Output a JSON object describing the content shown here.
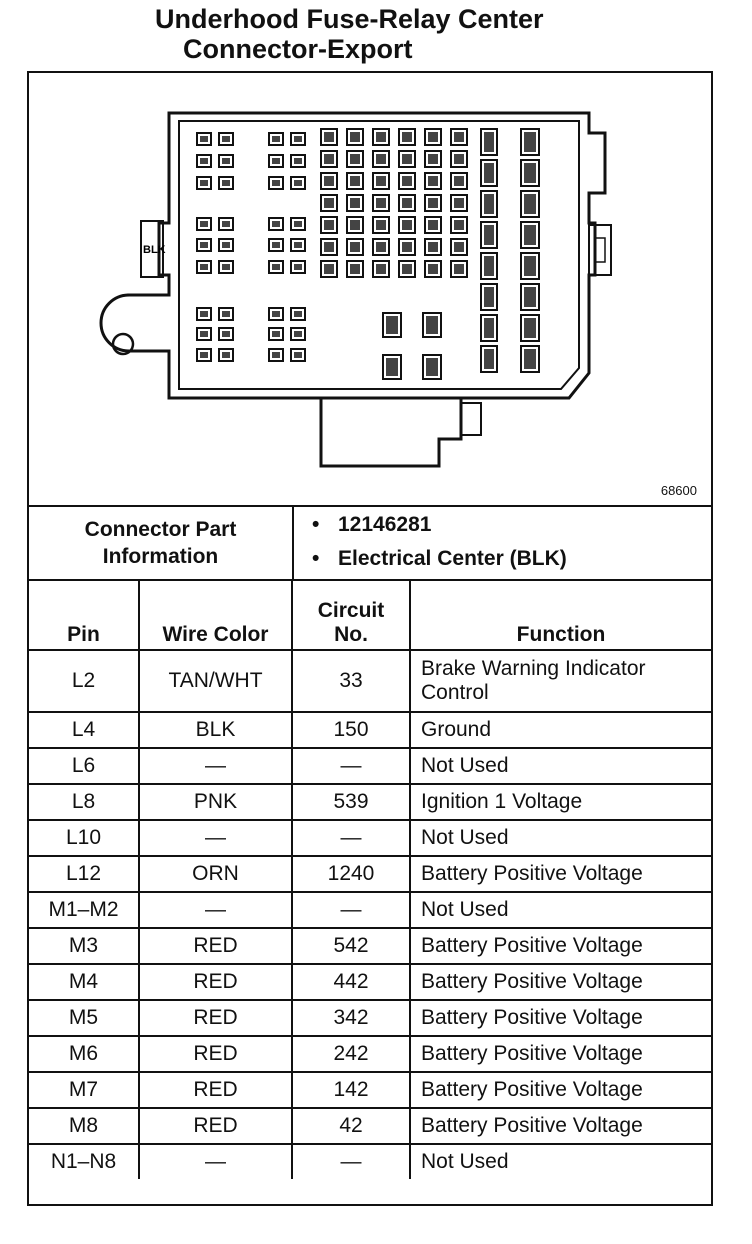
{
  "header": {
    "title_line1": "Underhood Fuse-Relay Center",
    "title_line2": "Connector-Export"
  },
  "diagram": {
    "side_label": "BLK",
    "figure_number": "68600"
  },
  "part_info": {
    "label": "Connector Part Information",
    "items": [
      "12146281",
      "Electrical Center (BLK)"
    ]
  },
  "table": {
    "headers": {
      "pin": "Pin",
      "wire_color": "Wire Color",
      "circuit_no": "Circuit No.",
      "function": "Function"
    },
    "rows": [
      {
        "pin": "L2",
        "wire": "TAN/WHT",
        "circuit": "33",
        "function": "Brake Warning Indicator Control"
      },
      {
        "pin": "L4",
        "wire": "BLK",
        "circuit": "150",
        "function": "Ground"
      },
      {
        "pin": "L6",
        "wire": "—",
        "circuit": "—",
        "function": "Not Used"
      },
      {
        "pin": "L8",
        "wire": "PNK",
        "circuit": "539",
        "function": "Ignition 1 Voltage"
      },
      {
        "pin": "L10",
        "wire": "—",
        "circuit": "—",
        "function": "Not Used"
      },
      {
        "pin": "L12",
        "wire": "ORN",
        "circuit": "1240",
        "function": "Battery Positive Voltage"
      },
      {
        "pin": "M1–M2",
        "wire": "—",
        "circuit": "—",
        "function": "Not Used"
      },
      {
        "pin": "M3",
        "wire": "RED",
        "circuit": "542",
        "function": "Battery Positive Voltage"
      },
      {
        "pin": "M4",
        "wire": "RED",
        "circuit": "442",
        "function": "Battery Positive Voltage"
      },
      {
        "pin": "M5",
        "wire": "RED",
        "circuit": "342",
        "function": "Battery Positive Voltage"
      },
      {
        "pin": "M6",
        "wire": "RED",
        "circuit": "242",
        "function": "Battery Positive Voltage"
      },
      {
        "pin": "M7",
        "wire": "RED",
        "circuit": "142",
        "function": "Battery Positive Voltage"
      },
      {
        "pin": "M8",
        "wire": "RED",
        "circuit": "42",
        "function": "Battery Positive Voltage"
      },
      {
        "pin": "N1–N8",
        "wire": "—",
        "circuit": "—",
        "function": "Not Used"
      }
    ]
  }
}
